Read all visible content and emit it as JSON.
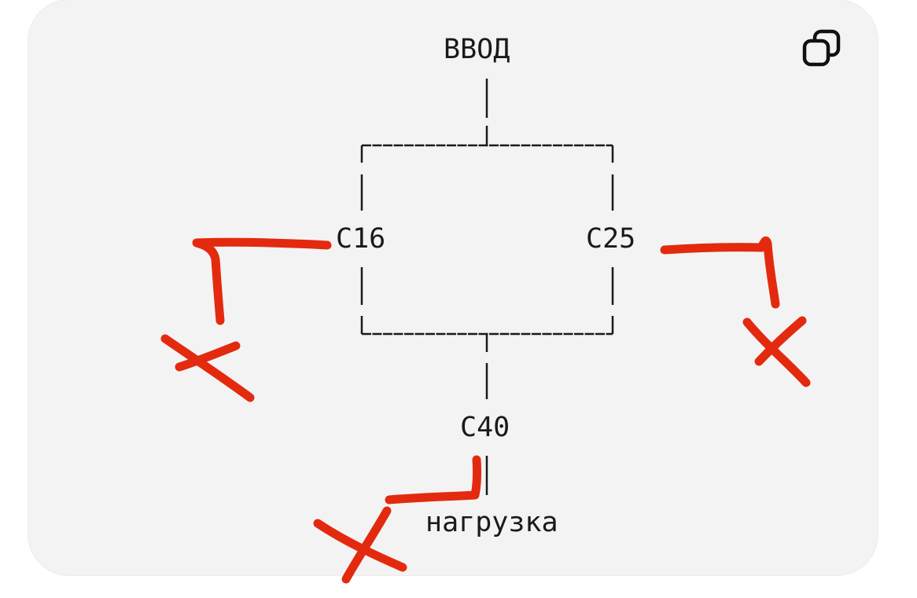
{
  "diagram": {
    "input_label": "ВВОД",
    "left_breaker": "C16",
    "right_breaker": "C25",
    "bottom_breaker": "C40",
    "load_label": "нагрузка"
  },
  "toolbar": {
    "copy_icon": "copy-icon"
  },
  "colors": {
    "card_background": "#f4f3f4",
    "line": "#1a1a1a",
    "annotation": "#e32a0f"
  }
}
